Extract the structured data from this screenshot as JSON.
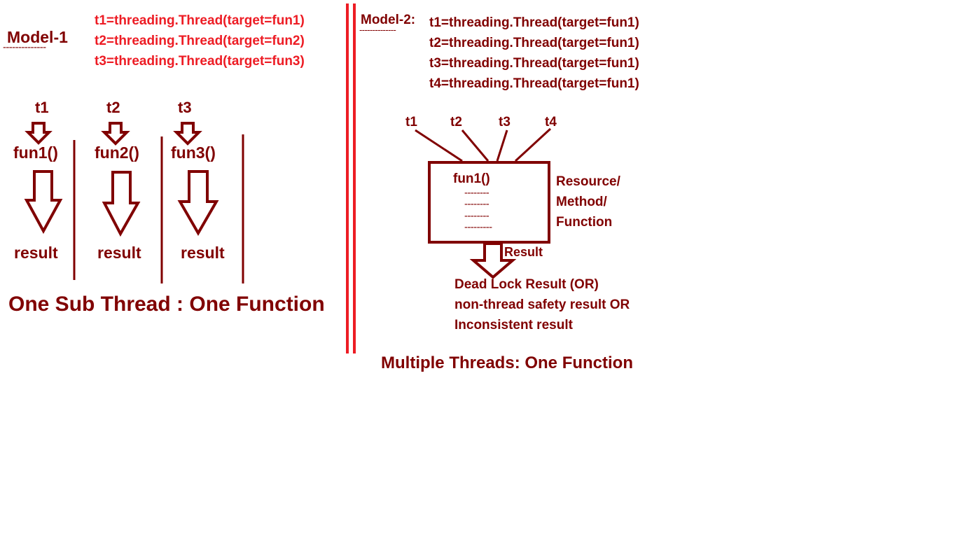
{
  "model1": {
    "label": "Model-1",
    "underline": "--------------",
    "code_lines": [
      "t1=threading.Thread(target=fun1)",
      "t2=threading.Thread(target=fun2)",
      "t3=threading.Thread(target=fun3)"
    ],
    "columns": [
      {
        "thread": "t1",
        "function": "fun1()",
        "result": "result"
      },
      {
        "thread": "t2",
        "function": "fun2()",
        "result": "result"
      },
      {
        "thread": "t3",
        "function": "fun3()",
        "result": "result"
      }
    ],
    "caption": "One Sub Thread : One Function"
  },
  "model2": {
    "label": "Model-2:",
    "underline": "--------------",
    "code_lines": [
      "t1=threading.Thread(target=fun1)",
      "t2=threading.Thread(target=fun1)",
      "t3=threading.Thread(target=fun1)",
      "t4=threading.Thread(target=fun1)"
    ],
    "threads": [
      "t1",
      "t2",
      "t3",
      "t4"
    ],
    "box": {
      "function": "fun1()",
      "body_lines": [
        "--------",
        "--------",
        "--------",
        "---------"
      ]
    },
    "resource_label": [
      "Resource/",
      "Method/",
      "Function"
    ],
    "result_label": "Result",
    "outcomes": [
      "Dead Lock Result (OR)",
      "non-thread safety result OR",
      "Inconsistent result"
    ],
    "caption": "Multiple Threads: One Function"
  },
  "colors": {
    "accent_red": "#ed1c24",
    "dark_red": "#800000"
  }
}
